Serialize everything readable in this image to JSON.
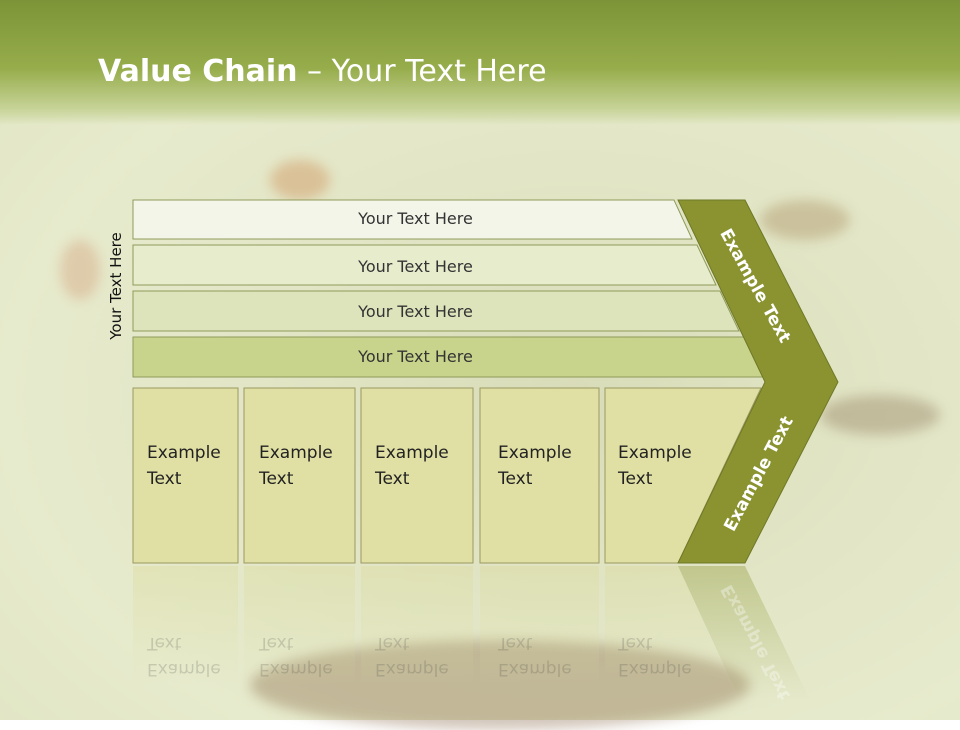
{
  "title": {
    "bold": "Value Chain",
    "rest": " – Your Text Here"
  },
  "side_label": "Your Text Here",
  "rows": [
    "Your Text Here",
    "Your Text Here",
    "Your Text Here",
    "Your Text Here"
  ],
  "boxes": [
    {
      "line1": "Example",
      "line2": "Text"
    },
    {
      "line1": "Example",
      "line2": "Text"
    },
    {
      "line1": "Example",
      "line2": "Text"
    },
    {
      "line1": "Example",
      "line2": "Text"
    },
    {
      "line1": "Example",
      "line2": "Text"
    }
  ],
  "arrow_upper": "Example Text",
  "arrow_lower": "Example Text",
  "colors": {
    "header": "#7c9437",
    "chevron": "#8a9330",
    "box_fill": "#e0e0a4"
  }
}
